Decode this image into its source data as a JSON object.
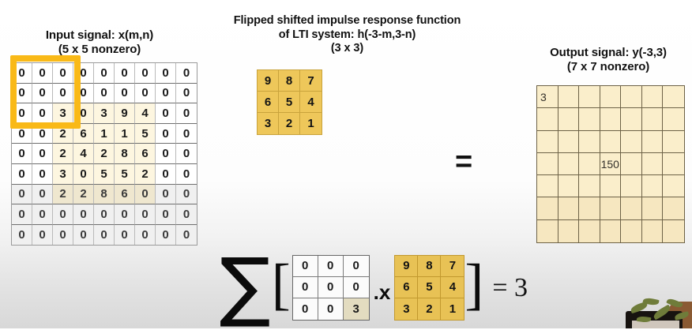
{
  "slide": {
    "background_color": "#ffffff",
    "accent_gold": "#f9b917",
    "kernel_fill": "#eec75a",
    "output_fill": "#faeecb"
  },
  "input_panel": {
    "title_line1": "Input signal: x(m,n)",
    "title_line2": "(5 x 5 nonzero)",
    "rows": [
      [
        "0",
        "0",
        "0",
        "0",
        "0",
        "0",
        "0",
        "0",
        "0"
      ],
      [
        "0",
        "0",
        "0",
        "0",
        "0",
        "0",
        "0",
        "0",
        "0"
      ],
      [
        "0",
        "0",
        "3",
        "0",
        "3",
        "9",
        "4",
        "0",
        "0"
      ],
      [
        "0",
        "0",
        "2",
        "6",
        "1",
        "1",
        "5",
        "0",
        "0"
      ],
      [
        "0",
        "0",
        "2",
        "4",
        "2",
        "8",
        "6",
        "0",
        "0"
      ],
      [
        "0",
        "0",
        "3",
        "0",
        "5",
        "5",
        "2",
        "0",
        "0"
      ],
      [
        "0",
        "0",
        "2",
        "2",
        "8",
        "6",
        "0",
        "0",
        "0"
      ],
      [
        "0",
        "0",
        "0",
        "0",
        "0",
        "0",
        "0",
        "0",
        "0"
      ],
      [
        "0",
        "0",
        "0",
        "0",
        "0",
        "0",
        "0",
        "0",
        "0"
      ]
    ],
    "selection_label": "3x3 window at top-left"
  },
  "kernel_panel": {
    "title_line1": "Flipped shifted impulse response function",
    "title_line2": "of LTI system: h(-3-m,3-n)",
    "title_line3": "(3 x 3)",
    "rows": [
      [
        "9",
        "8",
        "7"
      ],
      [
        "6",
        "5",
        "4"
      ],
      [
        "3",
        "2",
        "1"
      ]
    ]
  },
  "middle": {
    "equals_sign": "="
  },
  "output_panel": {
    "title_line1": "Output signal: y(-3,3)",
    "title_line2": "(7 x 7 nonzero)",
    "rows": [
      [
        "3",
        "",
        "",
        "",
        "",
        "",
        ""
      ],
      [
        "",
        "",
        "",
        "",
        "",
        "",
        ""
      ],
      [
        "",
        "",
        "",
        "",
        "",
        "",
        ""
      ],
      [
        "",
        "",
        "",
        "150",
        "",
        "",
        ""
      ],
      [
        "",
        "",
        "",
        "",
        "",
        "",
        ""
      ],
      [
        "",
        "",
        "",
        "",
        "",
        "",
        ""
      ],
      [
        "",
        "",
        "",
        "",
        "",
        "",
        ""
      ]
    ]
  },
  "equation": {
    "sigma": "∑",
    "bracket_open": "[",
    "bracket_close": "]",
    "operator": ".x",
    "result": "= 3",
    "input_rows": [
      [
        "0",
        "0",
        "0"
      ],
      [
        "0",
        "0",
        "0"
      ],
      [
        "0",
        "0",
        "3"
      ]
    ],
    "kernel_rows": [
      [
        "9",
        "8",
        "7"
      ],
      [
        "6",
        "5",
        "4"
      ],
      [
        "3",
        "2",
        "1"
      ]
    ]
  }
}
